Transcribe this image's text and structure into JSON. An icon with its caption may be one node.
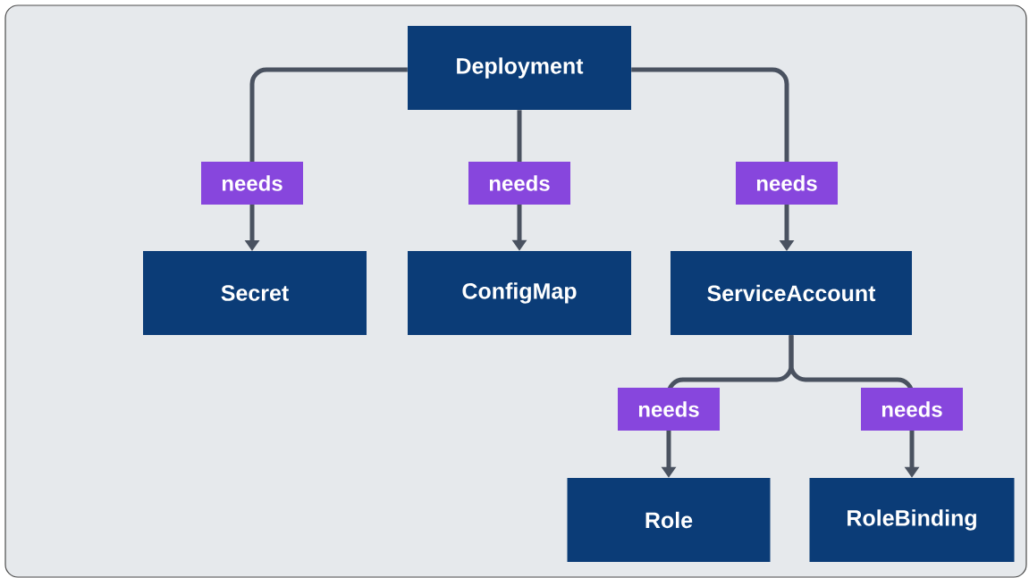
{
  "diagram": {
    "nodes": [
      {
        "text": [
          "Deployment"
        ]
      },
      {
        "text": [
          "Secret"
        ]
      },
      {
        "text": [
          "ConfigMap"
        ]
      },
      {
        "text": [
          "ServiceAccount"
        ]
      },
      {
        "text": [
          "Role"
        ]
      },
      {
        "text": [
          "RoleBinding"
        ]
      }
    ],
    "edges": [
      {
        "from": 0,
        "to": 1,
        "arrow": "to",
        "label": "needs"
      },
      {
        "from": 0,
        "to": 2,
        "arrow": "to",
        "label": "needs"
      },
      {
        "from": 0,
        "to": 3,
        "arrow": "to",
        "label": "needs"
      },
      {
        "from": 3,
        "to": 4,
        "arrow": "to",
        "label": "needs"
      },
      {
        "from": 3,
        "to": 5,
        "arrow": "to",
        "label": "needs"
      }
    ]
  }
}
